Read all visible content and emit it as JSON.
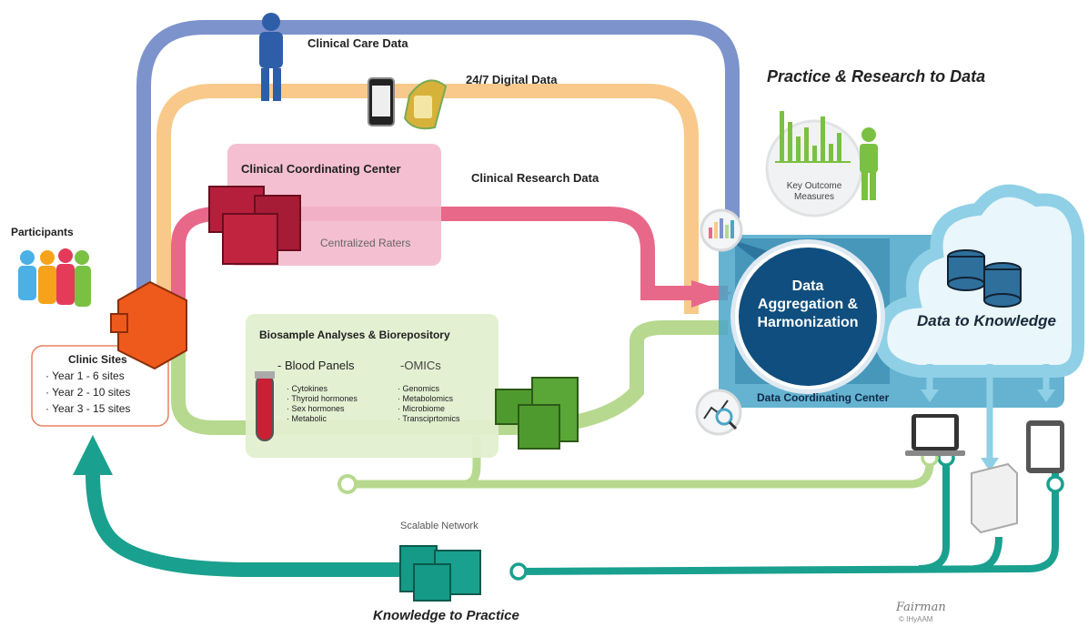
{
  "labels": {
    "clinical_care_data": "Clinical Care Data",
    "digital_data": "24/7 Digital Data",
    "practice_research": "Practice & Research to Data",
    "clinical_coordinating_center": "Clinical Coordinating Center",
    "centralized_raters": "Centralized Raters",
    "clinical_research_data": "Clinical Research Data",
    "key_outcome_measures": "Key Outcome Measures",
    "participants": "Participants",
    "data_aggregation": "Data Aggregation & Harmonization",
    "data_to_knowledge": "Data to Knowledge",
    "data_coordinating_center": "Data Coordinating Center",
    "biosample": "Biosample Analyses & Biorepository",
    "blood_panels": "- Blood Panels",
    "omics": "-OMICs",
    "scalable_network": "Scalable Network",
    "knowledge_to_practice": "Knowledge to Practice",
    "signature": "Fairman",
    "copyright": "© IHyAAM"
  },
  "clinic_sites": {
    "title": "Clinic Sites",
    "items": [
      "· Year 1 -   6 sites",
      "· Year 2 - 10 sites",
      "· Year 3 - 15 sites"
    ]
  },
  "blood_panel_items": [
    "· Cytokines",
    "· Thyroid hormones",
    "· Sex hormones",
    "· Metabolic"
  ],
  "omics_items": [
    "· Genomics",
    "· Metabolomics",
    "· Microbiome",
    "· Transciprtomics"
  ],
  "colors": {
    "clinical_care": "#7d93cc",
    "digital": "#f8c98a",
    "research": "#e8688a",
    "biosample": "#b7d98f",
    "knowledge": "#1aa08e",
    "cloud": "#8fd0e6",
    "dcc_box": "#4aa6c8"
  },
  "icons": [
    "clinician-icon",
    "phone-icon",
    "wearable-band-icon",
    "hospital-icon",
    "clinic-building-icon",
    "participants-icon",
    "test-tube-icon",
    "lab-building-icon",
    "bar-chart-icon",
    "magnifier-chart-icon",
    "database-icon",
    "laptop-icon",
    "server-icon",
    "tablet-icon",
    "network-building-icon"
  ]
}
